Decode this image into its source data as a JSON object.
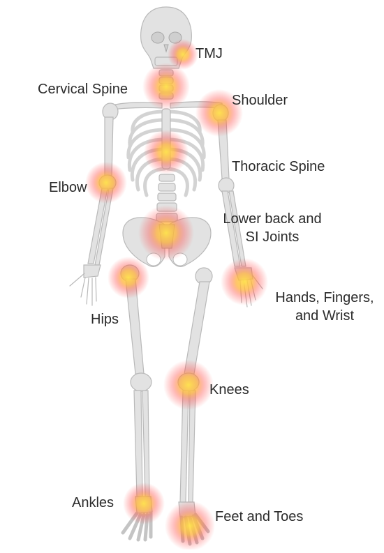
{
  "colors": {
    "glow_core": "#ffe14a",
    "glow_mid": "#ff9c3a",
    "glow_outer": "#ff3b3b",
    "bone": "#e2e2e2",
    "text": "#2b2b2b"
  },
  "labels": {
    "tmj": "TMJ",
    "cervical_spine": "Cervical Spine",
    "shoulder": "Shoulder",
    "thoracic_spine": "Thoracic Spine",
    "elbow": "Elbow",
    "lower_back_line1": "Lower back and",
    "lower_back_line2": "SI Joints",
    "hands_line1": "Hands, Fingers,",
    "hands_line2": "and Wrist",
    "hips": "Hips",
    "knees": "Knees",
    "ankles": "Ankles",
    "feet": "Feet and Toes"
  }
}
